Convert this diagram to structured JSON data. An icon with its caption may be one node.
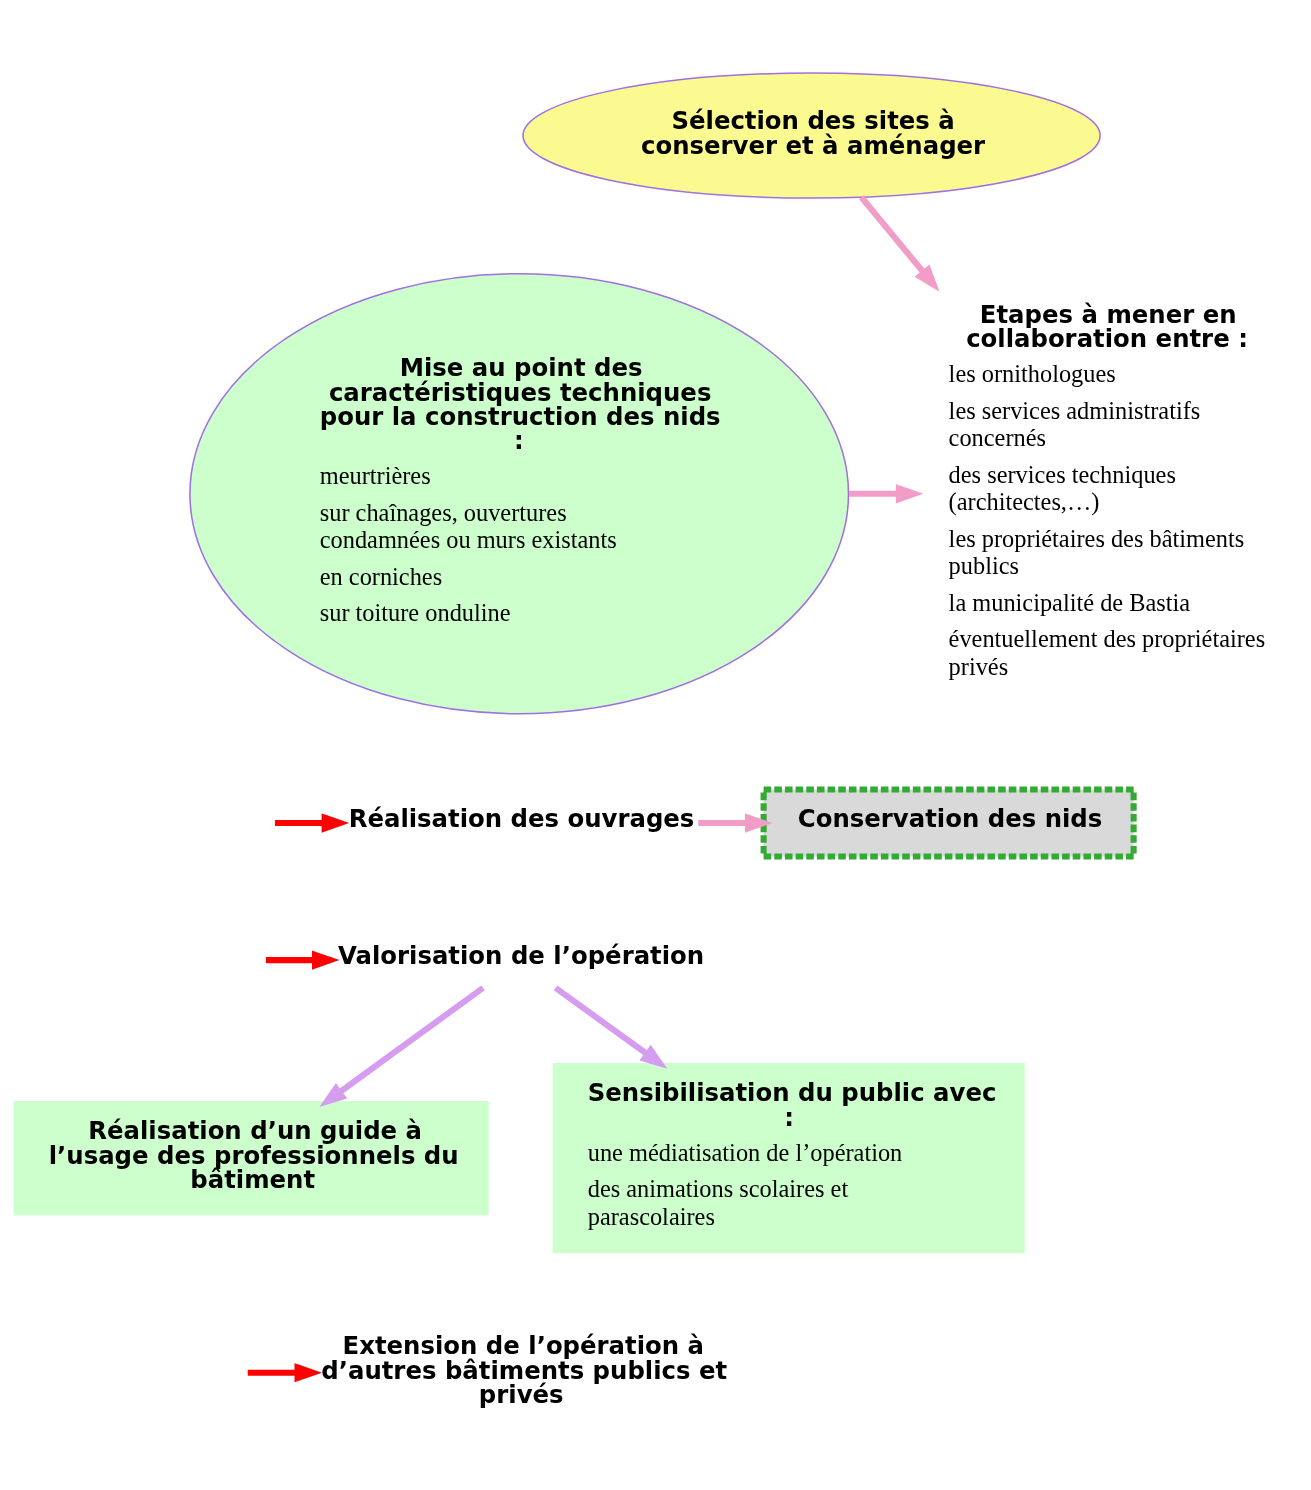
{
  "diagram": {
    "nodes": [
      {
        "text": [
          "Sélection des sites à conserver et à aménager"
        ]
      },
      {
        "text": [
          "Mise au point des caractéristiques techniques pour la construction des nids :",
          "meurtrières",
          "sur chaînages, ouvertures condamnées ou murs existants",
          "en corniches",
          "sur toiture onduline"
        ]
      },
      {
        "text": [
          "Etapes à mener en collaboration entre :",
          "les ornithologues",
          "les services administratifs concernés",
          "des services techniques (architectes,…)",
          "les propriétaires des bâtiments publics",
          "la municipalité de Bastia",
          "éventuellement des propriétaires privés"
        ]
      },
      {
        "text": [
          "Réalisation des ouvrages"
        ]
      },
      {
        "text": [
          "Conservation des nids"
        ]
      },
      {
        "text": [
          "Valorisation de l’opération"
        ]
      },
      {
        "text": [
          "Réalisation d’un guide à l’usage des professionnels du bâtiment"
        ]
      },
      {
        "text": [
          "Sensibilisation du public avec :",
          "une médiatisation de l’opération",
          "des animations scolaires et parascolaires"
        ]
      },
      {
        "text": [
          "Extension de l’opération à d’autres bâtiments publics et privés"
        ]
      }
    ],
    "edges": [
      {
        "from": 0,
        "to": 2,
        "arrow": "to",
        "color": "#f29cc8"
      },
      {
        "from": 1,
        "to": 2,
        "arrow": "to",
        "color": "#f29cc8"
      },
      {
        "from": null,
        "to": 3,
        "arrow": "to",
        "color": "#ff0000"
      },
      {
        "from": 3,
        "to": 4,
        "arrow": "to",
        "color": "#f29cc8"
      },
      {
        "from": null,
        "to": 5,
        "arrow": "to",
        "color": "#ff0000"
      },
      {
        "from": 5,
        "to": 6,
        "arrow": "to",
        "color": "#d59cf0"
      },
      {
        "from": 5,
        "to": 7,
        "arrow": "to",
        "color": "#d59cf0"
      },
      {
        "from": null,
        "to": 8,
        "arrow": "to",
        "color": "#ff0000"
      }
    ]
  }
}
